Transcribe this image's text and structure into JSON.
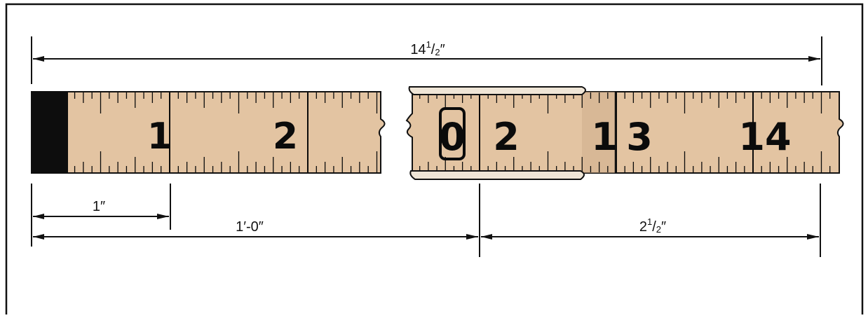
{
  "colors": {
    "tape": "#e3c4a2",
    "tape_shade": "#cfae8c",
    "ink": "#0b0b0b",
    "frame": "#111111",
    "clip": "#efe5d6"
  },
  "dimensions": {
    "total": {
      "whole": "14",
      "num": "1",
      "den": "2",
      "unit": "″"
    },
    "one_inch": {
      "text": "1″"
    },
    "one_foot": {
      "text": "1′-0″"
    },
    "remainder": {
      "whole": "2",
      "num": "1",
      "den": "2",
      "unit": "″"
    }
  },
  "tape_left": {
    "numerals": [
      "1",
      "2"
    ]
  },
  "tape_right": {
    "numerals": [
      "0",
      "2",
      "1",
      "3",
      "14"
    ]
  }
}
